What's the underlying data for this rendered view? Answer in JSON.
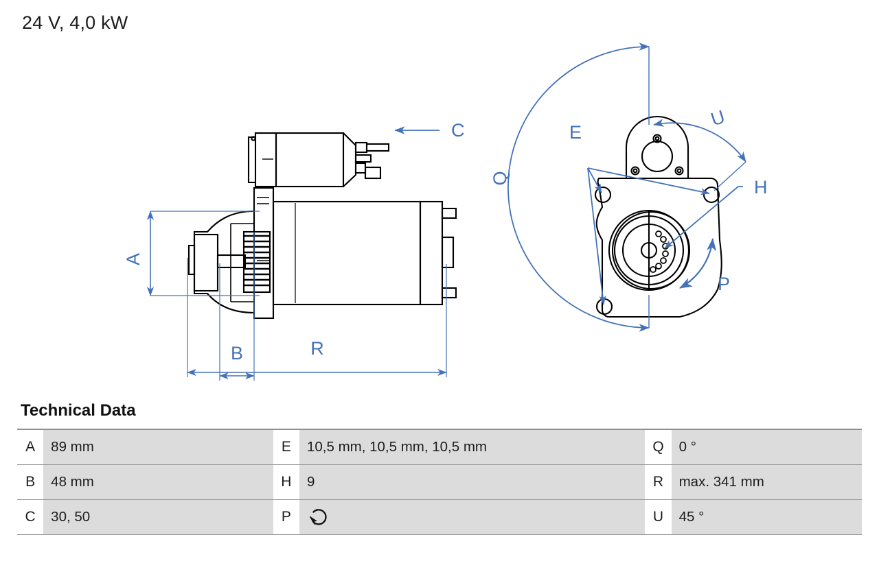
{
  "header": {
    "title": "24 V, 4,0 kW"
  },
  "tech": {
    "heading": "Technical Data",
    "rows": [
      {
        "k1": "A",
        "v1": "89 mm",
        "k2": "E",
        "v2": "10,5 mm, 10,5 mm, 10,5 mm",
        "k3": "Q",
        "v3": "0 °"
      },
      {
        "k1": "B",
        "v1": "48 mm",
        "k2": "H",
        "v2": "9",
        "k3": "R",
        "v3": "max. 341 mm"
      },
      {
        "k1": "C",
        "v1": "30, 50",
        "k2": "P",
        "v2": "",
        "k3": "U",
        "v3": "45 °"
      }
    ]
  },
  "drawing": {
    "colors": {
      "dimension_blue": "#4472b8",
      "outline_black": "#000000",
      "table_value_bg": "#dcdcdc",
      "table_border": "#9a9a9a"
    },
    "side_view": {
      "labels": {
        "a": "A",
        "b": "B",
        "c": "C",
        "r": "R"
      }
    },
    "front_view": {
      "labels": {
        "e": "E",
        "h": "H",
        "q": "Q",
        "u": "U",
        "p": "P"
      }
    }
  }
}
